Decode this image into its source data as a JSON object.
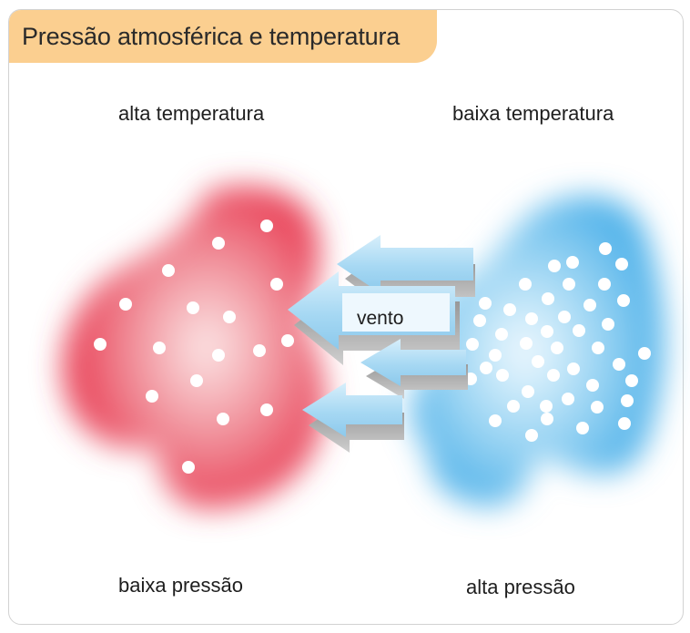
{
  "header": {
    "title": "Pressão atmosférica e temperatura"
  },
  "labels": {
    "left_top": "alta temperatura",
    "right_top": "baixa temperatura",
    "left_bottom": "baixa pressão",
    "right_bottom": "alta pressão",
    "wind": "vento"
  },
  "colors": {
    "warm": "#e8374f",
    "cold": "#5ab6ea",
    "arrow": "#a9d9f3",
    "title_background": "#fbcf90"
  }
}
